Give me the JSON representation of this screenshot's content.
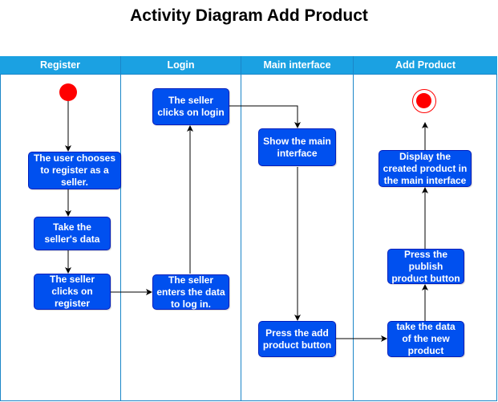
{
  "title": "Activity Diagram Add Product",
  "lanes": [
    {
      "label": "Register"
    },
    {
      "label": "Login"
    },
    {
      "label": "Main interface"
    },
    {
      "label": "Add Product"
    }
  ],
  "nodes": {
    "choose_register": "The user chooses to register as a seller.",
    "take_seller_data": "Take the seller's data",
    "clicks_register": "The seller clicks on register",
    "enters_data": "The seller enters the data to log in.",
    "clicks_login": "The seller clicks on login",
    "show_main": "Show the main interface",
    "press_add": "Press the add product button",
    "take_new_product": "take the data of the new product",
    "press_publish": "Press the publish product button",
    "display_created": "Display the created product in the main interface"
  },
  "colors": {
    "lane_header": "#1ba1e2",
    "node_fill": "#0050ef",
    "node_border": "#001dbc",
    "start_end": "#ff0000"
  }
}
